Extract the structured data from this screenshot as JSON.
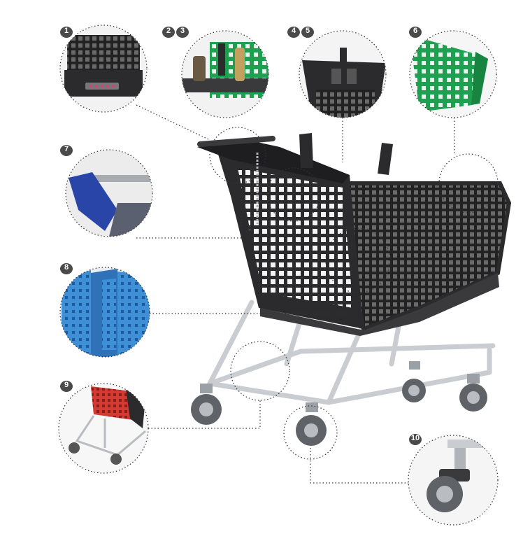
{
  "callouts": [
    {
      "id": "1",
      "labels": [
        "1"
      ]
    },
    {
      "id": "2-3",
      "labels": [
        "2",
        "3"
      ]
    },
    {
      "id": "4-5",
      "labels": [
        "4",
        "5"
      ]
    },
    {
      "id": "6",
      "labels": [
        "6"
      ]
    },
    {
      "id": "7",
      "labels": [
        "7"
      ]
    },
    {
      "id": "8",
      "labels": [
        "8"
      ]
    },
    {
      "id": "9",
      "labels": [
        "9"
      ]
    },
    {
      "id": "10",
      "labels": [
        "10"
      ]
    }
  ],
  "colors": {
    "cart_body": "#2b2b2d",
    "cart_frame": "#c9ccd0",
    "detail_green": "#1fa050",
    "detail_blue_dark": "#2a45a8",
    "detail_blue_light": "#3e8fd6",
    "detail_red": "#d23a33",
    "wheel_gray": "#7d8288",
    "badge": "#4a4a4a",
    "dotted_line": "#333333"
  }
}
